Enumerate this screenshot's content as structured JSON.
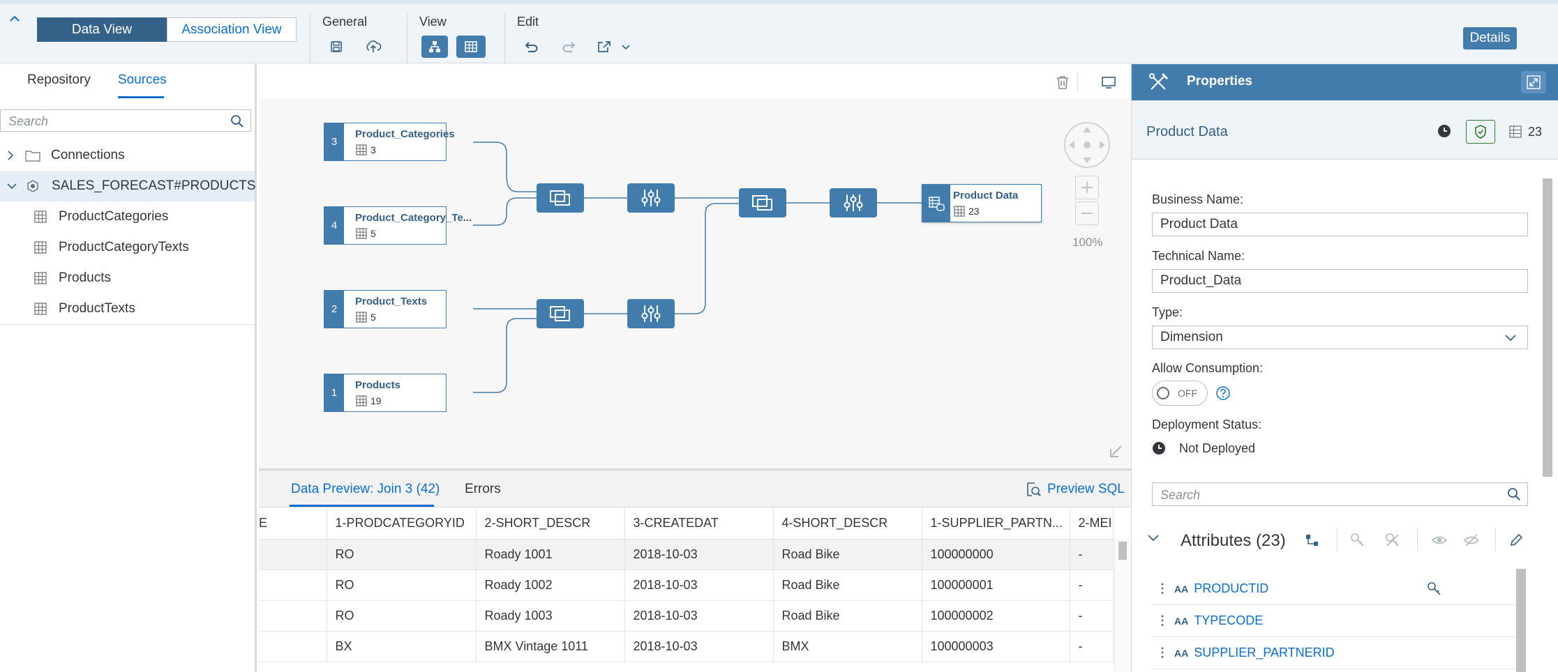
{
  "toolbar": {
    "collapse_icon": "chevron-up-icon",
    "data_view_label": "Data View",
    "association_view_label": "Association View",
    "general_label": "General",
    "view_label": "View",
    "edit_label": "Edit",
    "details_label": "Details",
    "icons": [
      "save-icon",
      "deploy-icon",
      "graph-view-icon",
      "table-view-icon",
      "undo-icon",
      "redo-icon",
      "export-icon"
    ]
  },
  "left": {
    "tabs": [
      "Repository",
      "Sources"
    ],
    "active_tab": "Sources",
    "search_placeholder": "Search",
    "tree": [
      {
        "label": "Connections",
        "type": "folder"
      },
      {
        "label": "SALES_FORECAST#PRODUCTS",
        "type": "space"
      },
      {
        "label": "ProductCategories",
        "type": "table"
      },
      {
        "label": "ProductCategoryTexts",
        "type": "table"
      },
      {
        "label": "Products",
        "type": "table"
      },
      {
        "label": "ProductTexts",
        "type": "table"
      }
    ]
  },
  "canvas": {
    "nodes": [
      {
        "num": "3",
        "title": "Product_Categories",
        "count": "3"
      },
      {
        "num": "4",
        "title": "Product_Category_Te...",
        "count": "5"
      },
      {
        "num": "2",
        "title": "Product_Texts",
        "count": "5"
      },
      {
        "num": "1",
        "title": "Products",
        "count": "19"
      }
    ],
    "output": {
      "title": "Product Data",
      "count": "23"
    },
    "zoom": "100%"
  },
  "preview": {
    "tab_label": "Data Preview: Join 3 (42)",
    "errors_label": "Errors",
    "sql_label": "Preview SQL",
    "columns": [
      "E",
      "1-PRODCATEGORYID",
      "2-SHORT_DESCR",
      "3-CREATEDAT",
      "4-SHORT_DESCR",
      "1-SUPPLIER_PARTN...",
      "2-MEI"
    ],
    "rows": [
      [
        "",
        "RO",
        "Roady 1001",
        "2018-10-03",
        "Road Bike",
        "100000000",
        "-"
      ],
      [
        "",
        "RO",
        "Roady 1002",
        "2018-10-03",
        "Road Bike",
        "100000001",
        "-"
      ],
      [
        "",
        "RO",
        "Roady 1003",
        "2018-10-03",
        "Road Bike",
        "100000002",
        "-"
      ],
      [
        "",
        "BX",
        "BMX Vintage 1011",
        "2018-10-03",
        "BMX",
        "100000003",
        "-"
      ]
    ]
  },
  "props": {
    "header": "Properties",
    "object_name": "Product Data",
    "column_count": "23",
    "business_name_label": "Business Name:",
    "business_name": "Product Data",
    "technical_name_label": "Technical Name:",
    "technical_name": "Product_Data",
    "type_label": "Type:",
    "type_value": "Dimension",
    "consumption_label": "Allow Consumption:",
    "toggle_state": "OFF",
    "deploy_label": "Deployment Status:",
    "deploy_value": "Not Deployed",
    "search_placeholder": "Search",
    "attributes_label": "Attributes (23)",
    "attributes": [
      "PRODUCTID",
      "TYPECODE",
      "SUPPLIER_PARTNERID"
    ],
    "attr_type": "AA"
  },
  "colors": {
    "accent": "#0a6ed1",
    "brand": "#427cac",
    "header_dark": "#346187"
  }
}
